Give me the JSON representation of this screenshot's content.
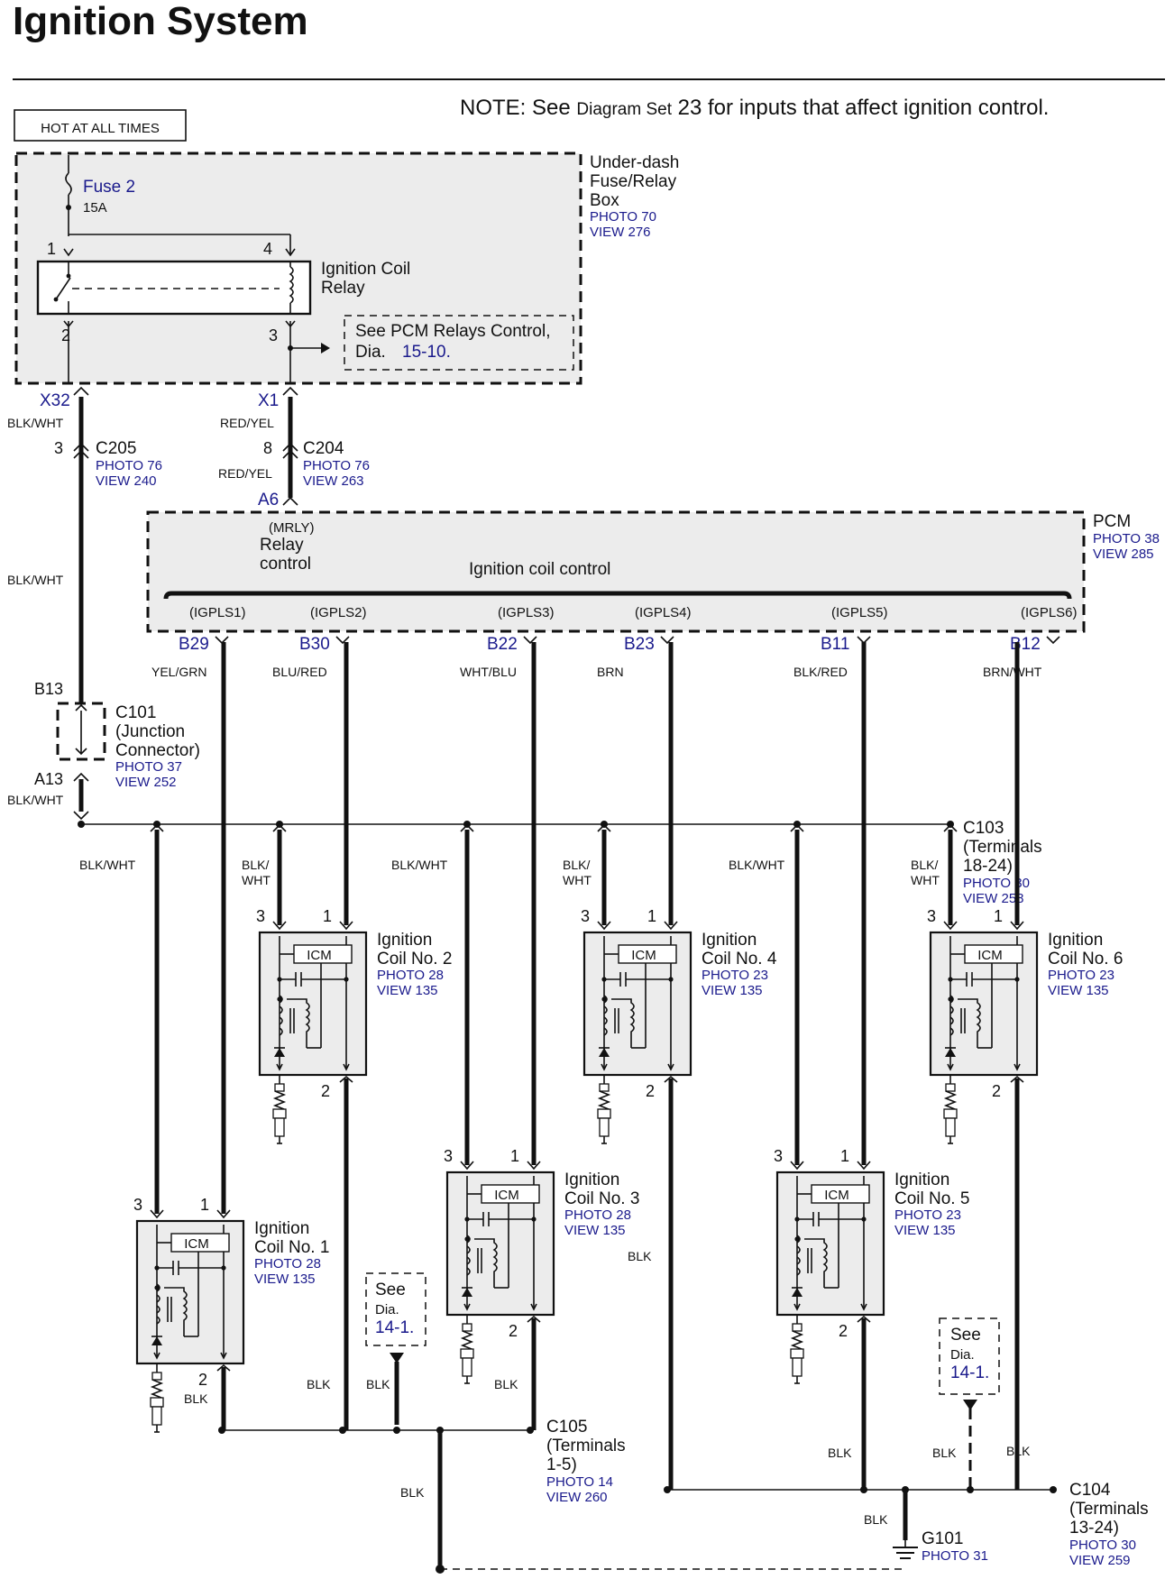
{
  "title": "Ignition System",
  "note": {
    "prefix": "NOTE: See ",
    "small": "Diagram Set",
    "suffix": " 23 for inputs that affect ignition control."
  },
  "hot_label": "HOT AT ALL TIMES",
  "fusebox": {
    "line1": "Under-dash",
    "line2": "Fuse/Relay",
    "line3": "Box",
    "photo": "PHOTO 70",
    "view": "VIEW 276"
  },
  "fuse": {
    "name": "Fuse 2",
    "rating": "15A"
  },
  "relay": {
    "line1": "Ignition Coil",
    "line2": "Relay",
    "pin1": "1",
    "pin2": "2",
    "pin3": "3",
    "pin4": "4"
  },
  "pcm_relays_ref": {
    "line1": "See PCM Relays Control,",
    "line2a": "Dia.",
    "line2b": "15-10."
  },
  "x32": {
    "pin": "X32",
    "wire": "BLK/WHT"
  },
  "x1": {
    "pin": "X1",
    "wire": "RED/YEL"
  },
  "c205": {
    "pin": "3",
    "name": "C205",
    "photo": "PHOTO 76",
    "view": "VIEW 240"
  },
  "c204": {
    "pin": "8",
    "name": "C204",
    "photo": "PHOTO 76",
    "view": "VIEW 263",
    "wire": "RED/YEL"
  },
  "a6": "A6",
  "pcm": {
    "name": "PCM",
    "photo": "PHOTO 38",
    "view": "VIEW 285",
    "mrly": "(MRLY)",
    "relay1": "Relay",
    "relay2": "control",
    "coil_control": "Ignition coil control"
  },
  "left_wire": "BLK/WHT",
  "outputs": [
    {
      "sig": "(IGPLS1)",
      "pin": "B29",
      "wire": "YEL/GRN"
    },
    {
      "sig": "(IGPLS2)",
      "pin": "B30",
      "wire": "BLU/RED"
    },
    {
      "sig": "(IGPLS3)",
      "pin": "B22",
      "wire": "WHT/BLU"
    },
    {
      "sig": "(IGPLS4)",
      "pin": "B23",
      "wire": "BRN"
    },
    {
      "sig": "(IGPLS5)",
      "pin": "B11",
      "wire": "BLK/RED"
    },
    {
      "sig": "(IGPLS6)",
      "pin": "B12",
      "wire": "BRN/WHT"
    }
  ],
  "c101": {
    "b13": "B13",
    "a13": "A13",
    "line1": "C101",
    "line2": "(Junction",
    "line3": "Connector)",
    "photo": "PHOTO 37",
    "view": "VIEW 252",
    "wire": "BLK/WHT"
  },
  "c103": {
    "line1": "C103",
    "line2": "(Terminals",
    "line3": "18-24)",
    "photo": "PHOTO 30",
    "view": "VIEW 258"
  },
  "branch_wires": {
    "w1": "BLK/WHT",
    "w2a": "BLK/",
    "w2b": "WHT",
    "w3": "BLK/WHT",
    "w4a": "BLK/",
    "w4b": "WHT",
    "w5": "BLK/WHT",
    "w6a": "BLK/",
    "w6b": "WHT"
  },
  "coils": [
    {
      "line1": "Ignition",
      "line2": "Coil No. 1",
      "photo": "PHOTO 28",
      "view": "VIEW 135",
      "icm": "ICM",
      "p3": "3",
      "p1": "1",
      "p2": "2"
    },
    {
      "line1": "Ignition",
      "line2": "Coil No. 2",
      "photo": "PHOTO 28",
      "view": "VIEW 135",
      "icm": "ICM",
      "p3": "3",
      "p1": "1",
      "p2": "2"
    },
    {
      "line1": "Ignition",
      "line2": "Coil No. 3",
      "photo": "PHOTO 28",
      "view": "VIEW 135",
      "icm": "ICM",
      "p3": "3",
      "p1": "1",
      "p2": "2"
    },
    {
      "line1": "Ignition",
      "line2": "Coil No. 4",
      "photo": "PHOTO 23",
      "view": "VIEW 135",
      "icm": "ICM",
      "p3": "3",
      "p1": "1",
      "p2": "2"
    },
    {
      "line1": "Ignition",
      "line2": "Coil No. 5",
      "photo": "PHOTO 23",
      "view": "VIEW 135",
      "icm": "ICM",
      "p3": "3",
      "p1": "1",
      "p2": "2"
    },
    {
      "line1": "Ignition",
      "line2": "Coil No. 6",
      "photo": "PHOTO 23",
      "view": "VIEW 135",
      "icm": "ICM",
      "p3": "3",
      "p1": "1",
      "p2": "2"
    }
  ],
  "ground_wires": {
    "g1": "BLK",
    "g2": "BLK",
    "g3": "BLK",
    "g4": "BLK",
    "g5": "BLK",
    "g6": "BLK",
    "g7": "BLK",
    "g8": "BLK",
    "g9": "BLK",
    "g10": "BLK",
    "g11": "BLK"
  },
  "see_left": {
    "l1": "See",
    "l2": "Dia.",
    "l3": "14-1."
  },
  "see_right": {
    "l1": "See",
    "l2": "Dia.",
    "l3": "14-1."
  },
  "c105": {
    "line1": "C105",
    "line2": "(Terminals",
    "line3": "1-5)",
    "photo": "PHOTO 14",
    "view": "VIEW 260"
  },
  "c104": {
    "line1": "C104",
    "line2": "(Terminals",
    "line3": "13-24)",
    "photo": "PHOTO 30",
    "view": "VIEW 259"
  },
  "g101": {
    "name": "G101",
    "photo": "PHOTO 31"
  }
}
